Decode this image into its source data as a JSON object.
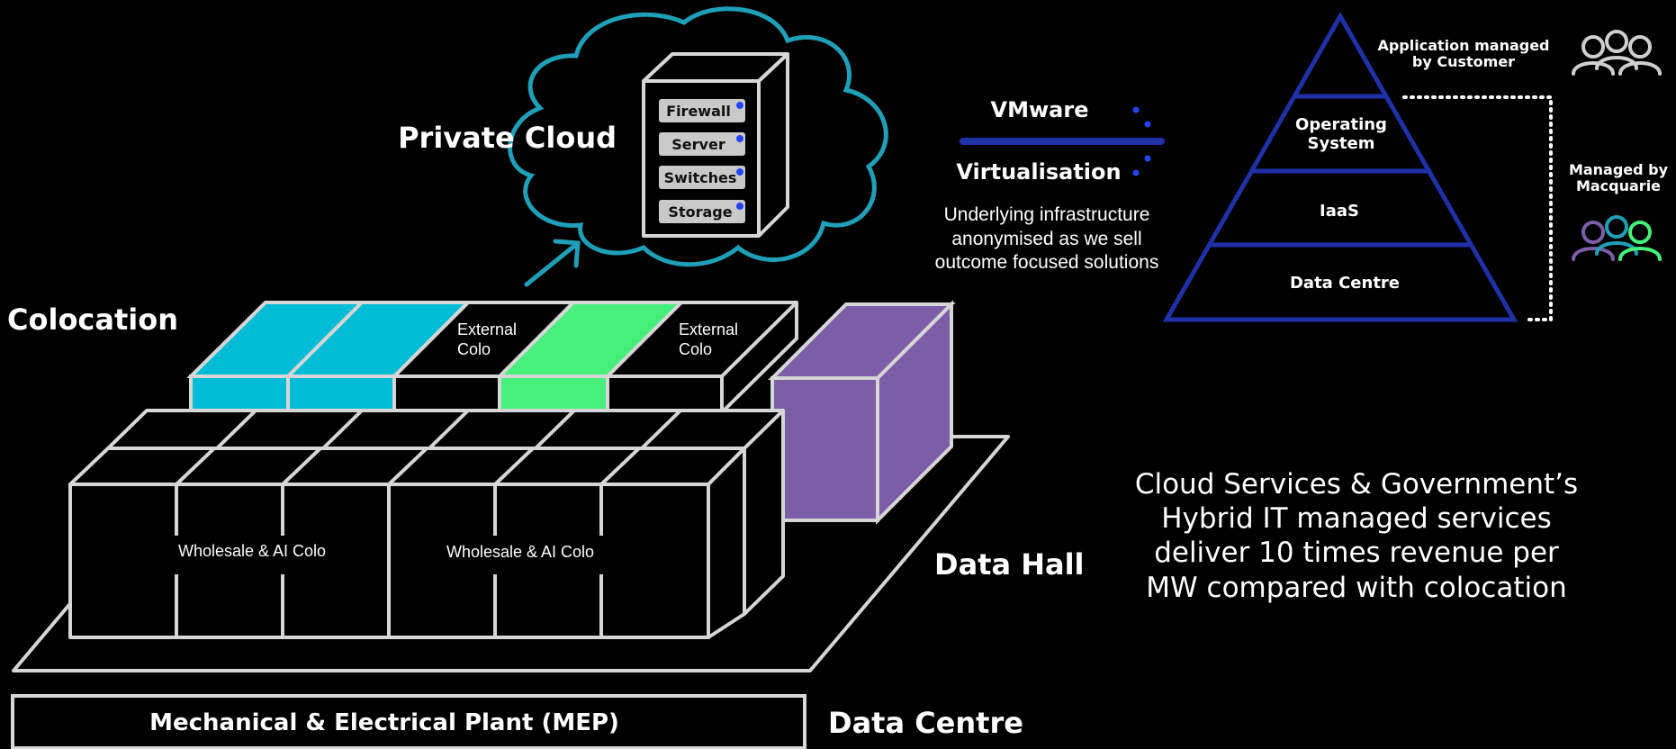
{
  "colors": {
    "background": "#000000",
    "outline": "#d6d6d6",
    "cloud": "#1fa0b8",
    "cyan": "#00bcd4",
    "green": "#46f07a",
    "purple": "#7b5ea7",
    "pyramid": "#2030a8",
    "accent_dot": "#2244ff"
  },
  "labels": {
    "private_cloud": "Private Cloud",
    "colocation": "Colocation",
    "data_hall": "Data Hall",
    "data_centre": "Data Centre",
    "mep": "Mechanical & Electrical Plant (MEP)",
    "vmware": "VMware",
    "virtualisation": "Virtualisation"
  },
  "server_rack": {
    "items": [
      "Firewall",
      "Server",
      "Switches",
      "Storage"
    ]
  },
  "colocation_modules": {
    "external_1": [
      "External",
      "Colo"
    ],
    "external_2": [
      "External",
      "Colo"
    ]
  },
  "wholesale": {
    "left": "Wholesale & AI Colo",
    "right": "Wholesale & AI Colo"
  },
  "infrastructure_note": [
    "Underlying infrastructure",
    "anonymised as we sell",
    "outcome focused solutions"
  ],
  "pyramid": {
    "top_note": [
      "Application managed",
      "by Customer"
    ],
    "layers": [
      [
        "Operating",
        "System"
      ],
      [
        "IaaS"
      ],
      [
        "Data Centre"
      ]
    ],
    "side_note": [
      "Managed by",
      "Macquarie"
    ]
  },
  "headline": [
    "Cloud Services & Government’s",
    "Hybrid IT managed services",
    "deliver 10 times revenue per",
    "MW compared with colocation"
  ],
  "icons": {
    "customer_group": "people-group-icon",
    "macquarie_group": "people-group-colored-icon",
    "arrow": "arrow-up-right-icon",
    "cloud": "cloud-icon",
    "server": "server-rack-icon"
  }
}
